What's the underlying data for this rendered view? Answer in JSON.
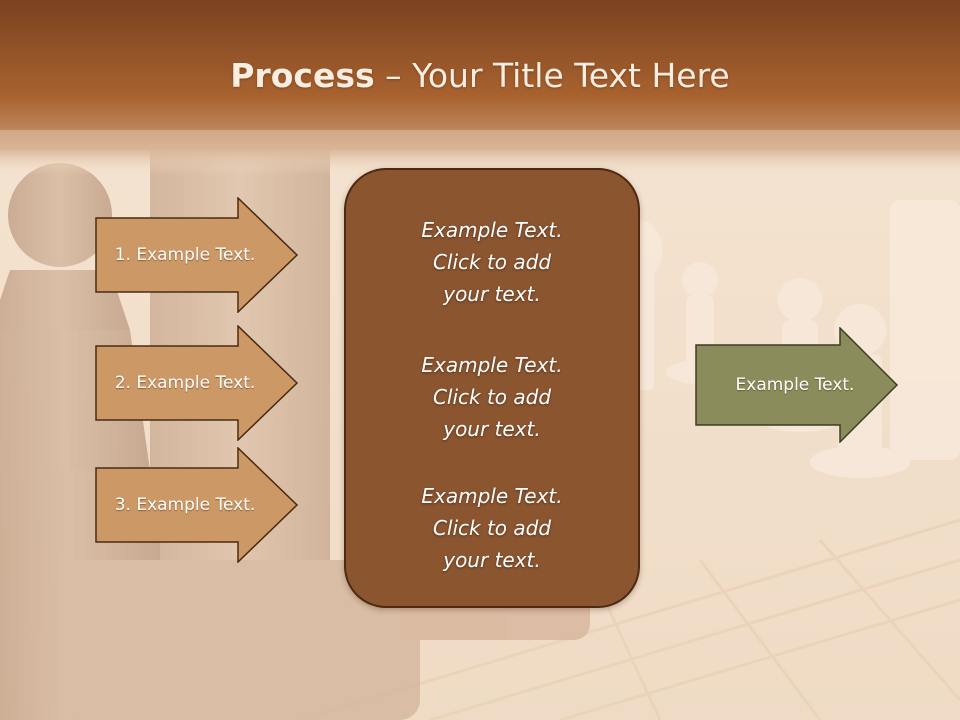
{
  "title": {
    "bold": "Process",
    "rest": " – Your Title Text Here"
  },
  "colors": {
    "header": "#8a4f2a",
    "arrow_fill": "#cc9866",
    "arrow_stroke": "#4b2a12",
    "center_fill": "#8b5530",
    "output_fill": "#8b8c5c"
  },
  "steps": [
    {
      "label": "1. Example Text."
    },
    {
      "label": "2. Example Text."
    },
    {
      "label": "3. Example Text."
    }
  ],
  "center_blocks": [
    {
      "line1": "Example Text.",
      "line2": "Click  to add",
      "line3": "your text."
    },
    {
      "line1": "Example Text.",
      "line2": "Click  to add",
      "line3": "your text."
    },
    {
      "line1": "Example Text.",
      "line2": "Click  to add",
      "line3": "your text."
    }
  ],
  "output": {
    "label": "Example Text."
  }
}
